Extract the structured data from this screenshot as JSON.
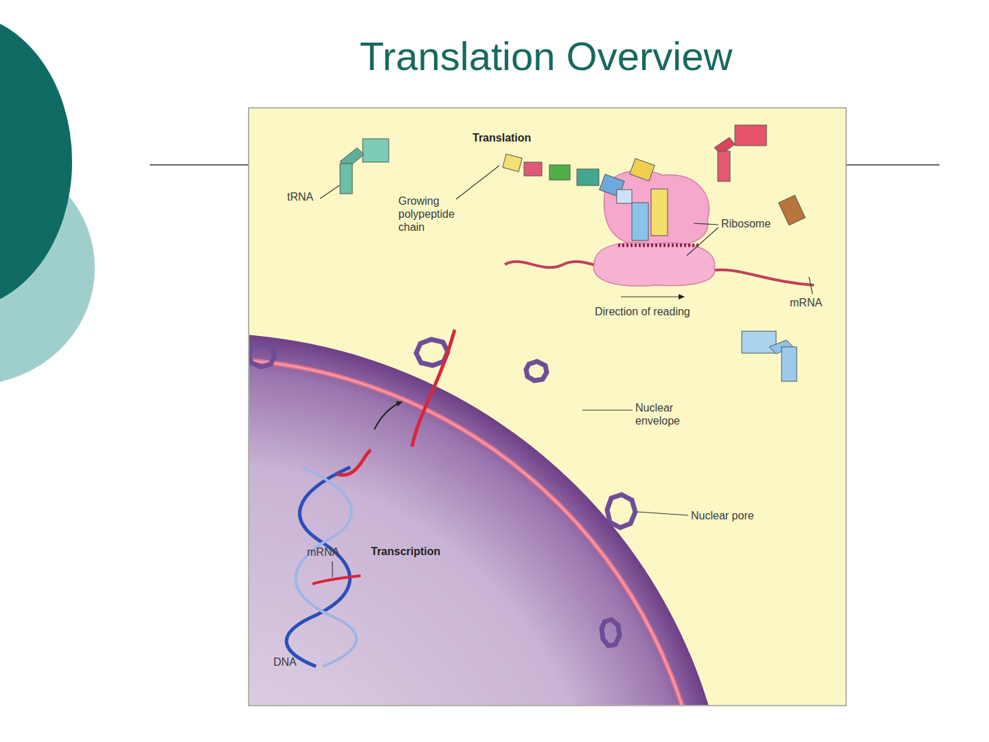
{
  "diagram": {
    "title": "Translation Overview",
    "labels": [
      "Translation",
      "tRNA",
      "Growing polypeptide chain",
      "Ribosome",
      "mRNA",
      "Direction of reading",
      "Nuclear envelope",
      "Nuclear pore",
      "mRNA",
      "Transcription",
      "DNA"
    ]
  }
}
